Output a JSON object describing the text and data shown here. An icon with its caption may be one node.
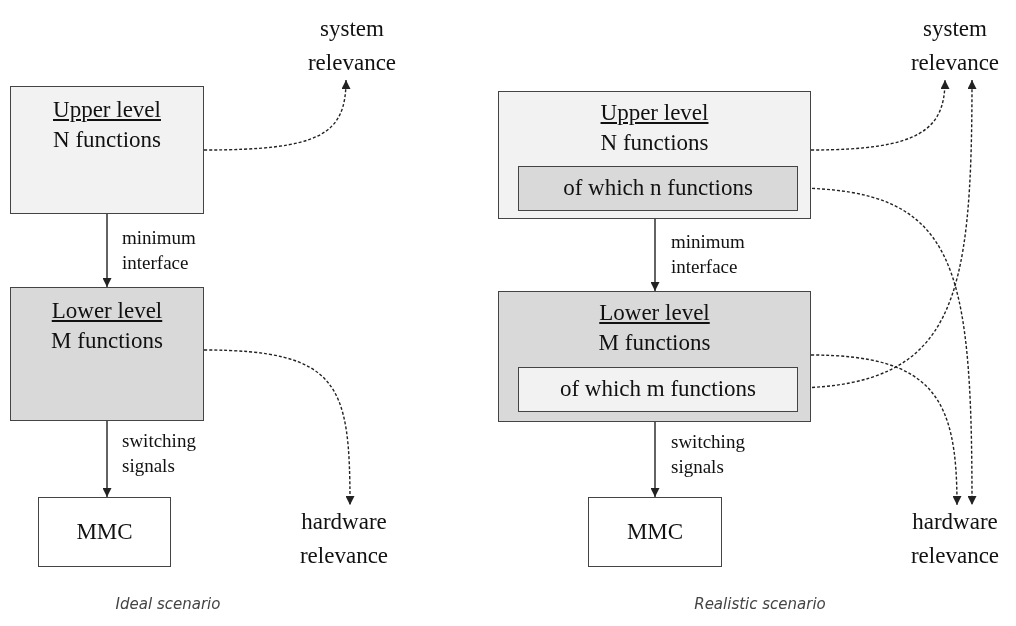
{
  "diagram": {
    "nodes": [
      {
        "text": [
          "Upper level",
          "N functions"
        ]
      },
      {
        "text": [
          "system relevance"
        ]
      },
      {
        "text": [
          "Lower level",
          "M functions"
        ]
      },
      {
        "text": [
          "MMC"
        ]
      },
      {
        "text": [
          "hardware relevance"
        ]
      },
      {
        "text": [
          "Upper level",
          "N functions"
        ]
      },
      {
        "text": [
          "of which n functions"
        ],
        "in": 5
      },
      {
        "text": [
          "system relevance"
        ]
      },
      {
        "text": [
          "Lower level",
          "M functions"
        ]
      },
      {
        "text": [
          "of which m functions"
        ],
        "in": 8
      },
      {
        "text": [
          "MMC"
        ]
      },
      {
        "text": [
          "hardware relevance"
        ]
      }
    ],
    "edges": [
      {
        "from": 0,
        "to": 2,
        "arrow": "to",
        "label": "minimum interface"
      },
      {
        "from": 0,
        "to": 1,
        "arrow": "to",
        "style": "dashed"
      },
      {
        "from": 2,
        "to": 3,
        "arrow": "to",
        "label": "switching signals"
      },
      {
        "from": 2,
        "to": 4,
        "arrow": "to",
        "style": "dashed"
      },
      {
        "from": 5,
        "to": 8,
        "arrow": "to",
        "label": "minimum interface"
      },
      {
        "from": 8,
        "to": 10,
        "arrow": "to",
        "label": "switching signals"
      },
      {
        "from": 5,
        "to": 7,
        "arrow": "to",
        "style": "dashed"
      },
      {
        "from": 6,
        "to": 11,
        "arrow": "to",
        "style": "dashed"
      },
      {
        "from": 8,
        "to": 11,
        "arrow": "to",
        "style": "dashed"
      },
      {
        "from": 9,
        "to": 7,
        "arrow": "to",
        "style": "dashed"
      }
    ],
    "labels": [
      "Ideal scenario",
      "Realistic scenario"
    ]
  }
}
